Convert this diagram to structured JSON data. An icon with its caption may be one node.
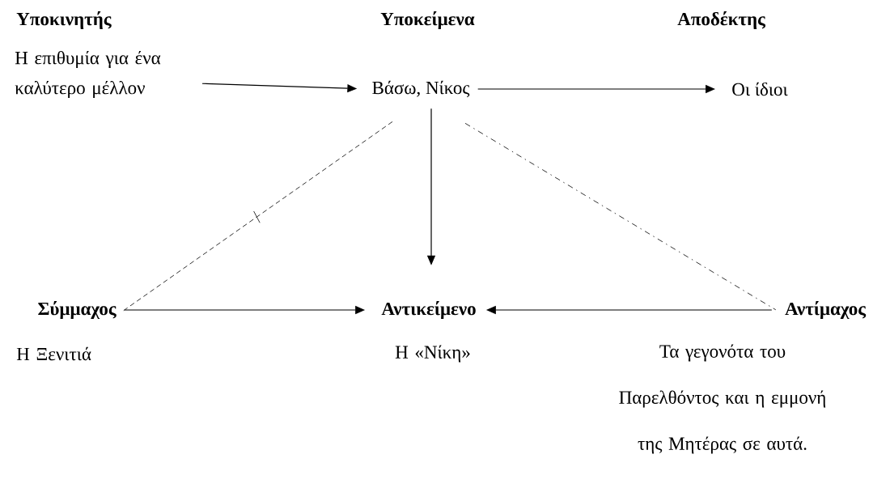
{
  "diagram": {
    "nodes": [
      {
        "text": [
          "Η επιθυμία για ένα καλύτερο μέλλον"
        ]
      },
      {
        "text": [
          "Βάσω, Νίκος"
        ]
      },
      {
        "text": [
          "Οι ίδιοι"
        ]
      },
      {
        "text": [
          "Σύμμαχος"
        ],
        "beside": [
          "Η Ξενιτιά"
        ]
      },
      {
        "text": [
          "Αντικείμενο"
        ],
        "beside": [
          "Η «Νίκη»"
        ]
      },
      {
        "text": [
          "Αντίμαχος"
        ],
        "beside": [
          "Τα γεγονότα του Παρελθόντος και η εμμονή της Μητέρας σε αυτά."
        ]
      }
    ],
    "edges": [
      {
        "from": 0,
        "to": 1,
        "arrow": "to"
      },
      {
        "from": 1,
        "to": 2,
        "arrow": "to"
      },
      {
        "from": 1,
        "to": 4,
        "arrow": "to"
      },
      {
        "from": 3,
        "to": 4,
        "arrow": "to"
      },
      {
        "from": 5,
        "to": 4,
        "arrow": "to"
      },
      {
        "from": 1,
        "to": 3,
        "arrow": "none",
        "style": "dashed"
      },
      {
        "from": 1,
        "to": 5,
        "arrow": "none",
        "style": "dashed"
      }
    ],
    "labels": [
      "Υποκινητής",
      "Υποκείμενα",
      "Αποδέκτης"
    ]
  }
}
